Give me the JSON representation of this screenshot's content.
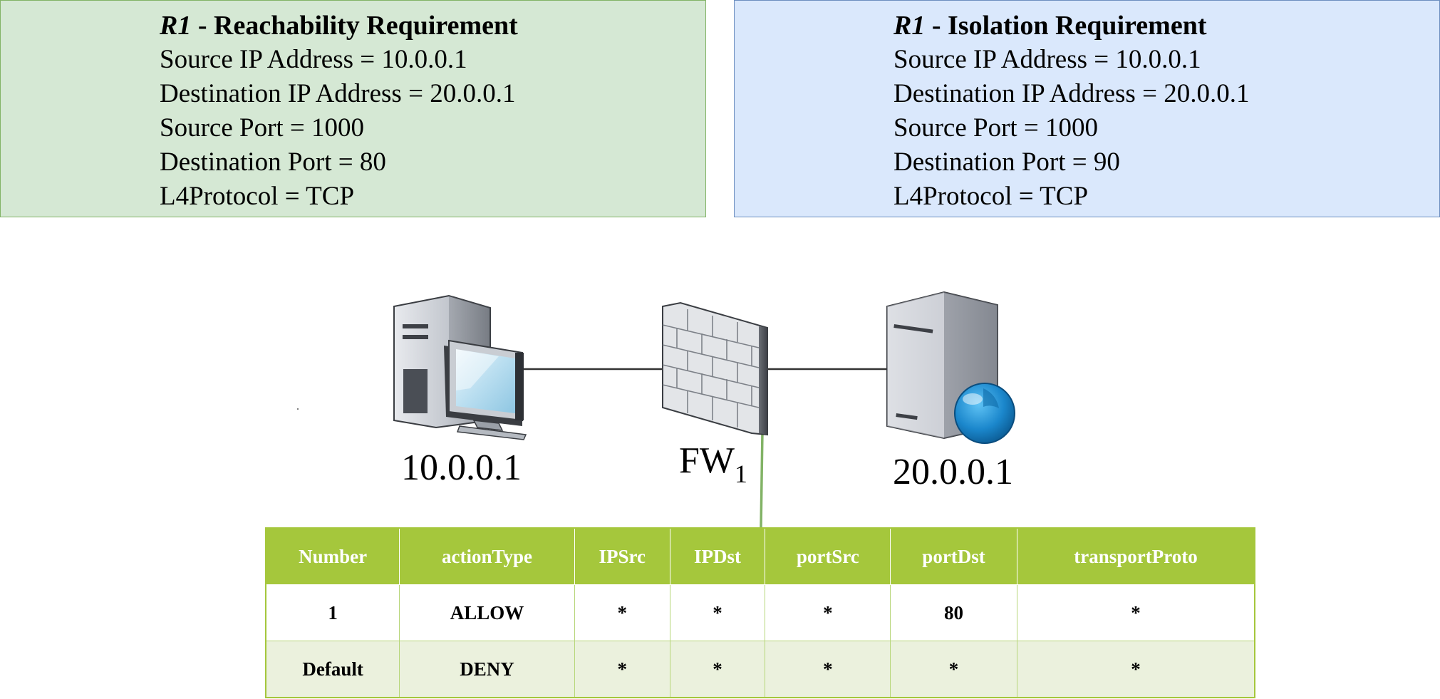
{
  "requirements": [
    {
      "id": "R1",
      "title": " - Reachability Requirement",
      "lines": [
        "Source IP Address = 10.0.0.1",
        "Destination IP Address = 20.0.0.1",
        "Source Port = 1000",
        "Destination Port = 80",
        "L4Protocol = TCP"
      ]
    },
    {
      "id": "R1",
      "title": " - Isolation Requirement",
      "lines": [
        "Source IP Address = 10.0.0.1",
        "Destination IP Address = 20.0.0.1",
        "Source Port = 1000",
        "Destination Port = 90",
        "L4Protocol = TCP"
      ]
    }
  ],
  "nodes": {
    "client_label": "10.0.0.1",
    "firewall_label": "FW",
    "firewall_subscript": "1",
    "server_label": "20.0.0.1"
  },
  "firewall_table": {
    "headers": [
      "Number",
      "actionType",
      "IPSrc",
      "IPDst",
      "portSrc",
      "portDst",
      "transportProto"
    ],
    "rows": [
      [
        "1",
        "ALLOW",
        "*",
        "*",
        "*",
        "80",
        "*"
      ],
      [
        "Default",
        "DENY",
        "*",
        "*",
        "*",
        "*",
        "*"
      ]
    ]
  },
  "colors": {
    "reach_fill": "#d5e8d4",
    "isolation_fill": "#dae8fc",
    "table_header": "#a5c73c",
    "table_alt_row": "#ebf1dd",
    "link_green": "#82b366"
  },
  "icons": [
    "desktop-computer-icon",
    "firewall-brick-icon",
    "web-server-globe-icon"
  ]
}
